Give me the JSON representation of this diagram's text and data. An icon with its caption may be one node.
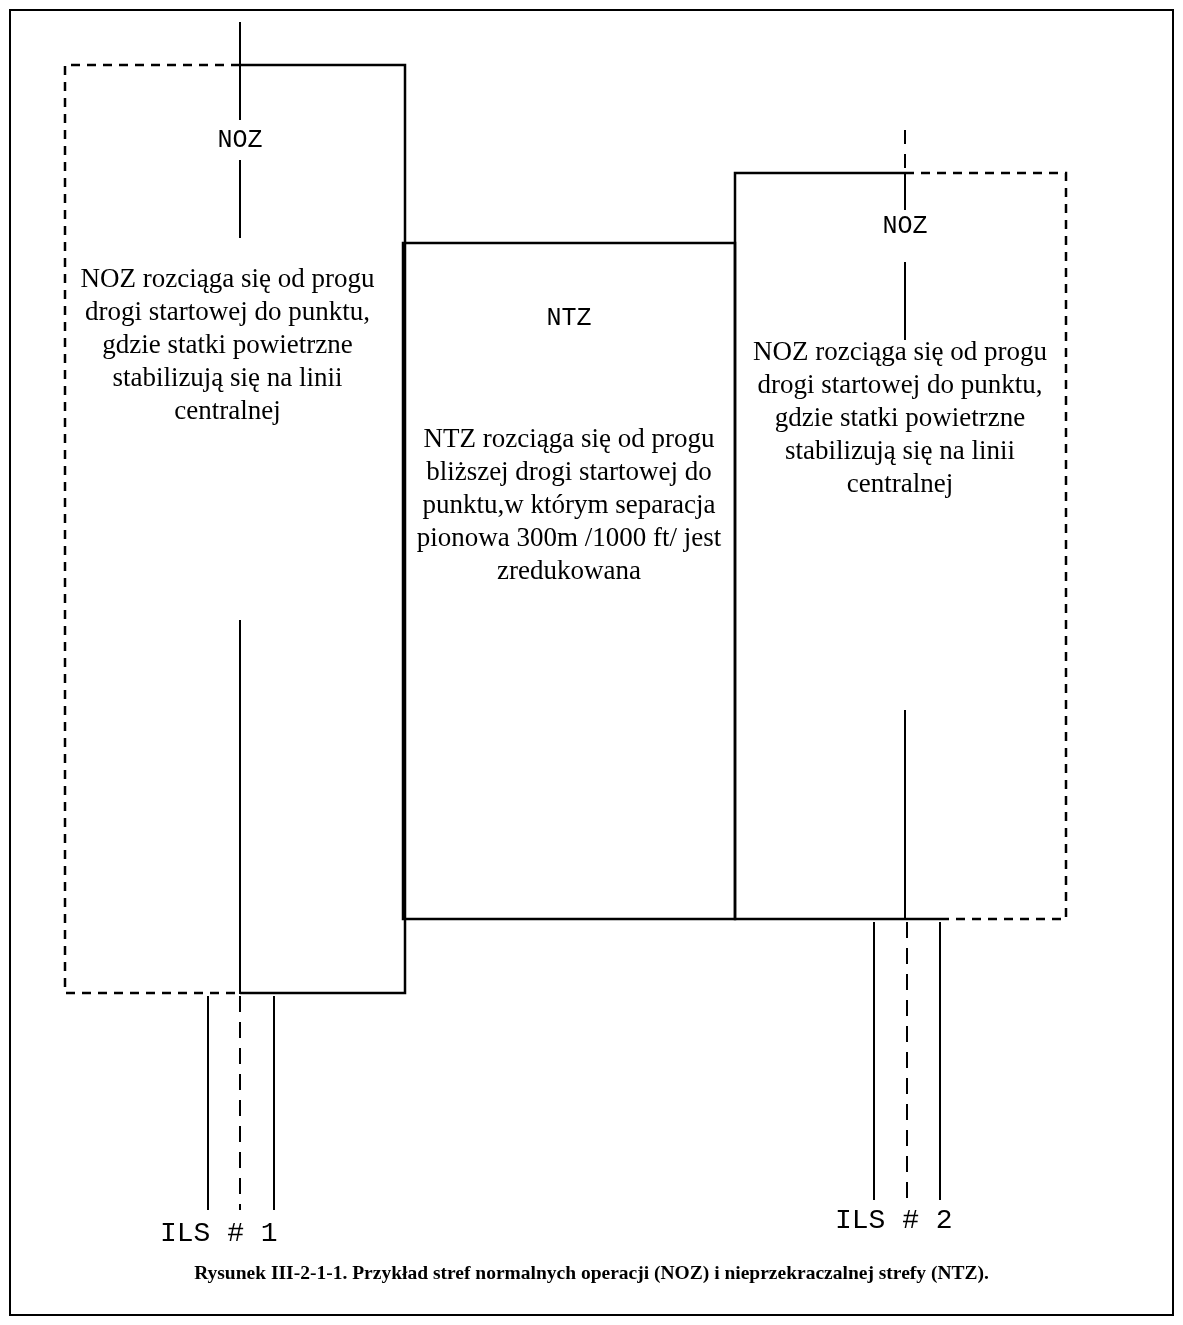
{
  "diagram": {
    "caption": "Rysunek III-2-1-1. Przykład stref normalnych operacji (NOZ) i nieprzekraczalnej strefy (NTZ).",
    "nodes": [
      {
        "text": [
          "NOZ",
          "NOZ rozciąga się od progu drogi startowej do punktu, gdzie statki powietrzne stabilizują się na linii centralnej"
        ]
      },
      {
        "text": [
          "NTZ",
          "NTZ rozciąga się od progu bliższej drogi startowej do punktu,w którym separacja pionowa 300m /1000 ft/ jest zredukowana"
        ]
      },
      {
        "text": [
          "NOZ",
          "NOZ rozciąga się od progu drogi startowej do punktu, gdzie statki powietrzne stabilizują się na linii centralnej"
        ]
      }
    ],
    "labels": [
      "ILS # 1",
      "ILS # 2"
    ]
  }
}
